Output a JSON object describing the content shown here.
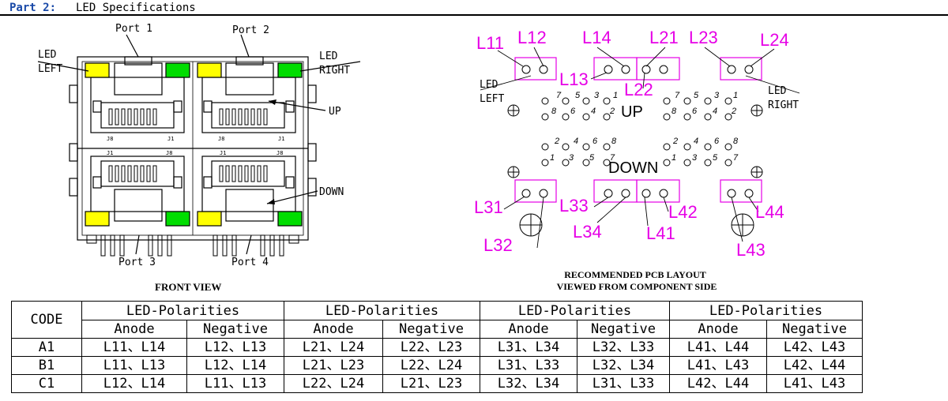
{
  "header": {
    "part": "Part 2:",
    "title": "LED Specifications"
  },
  "front_view": {
    "port1": "Port 1",
    "port2": "Port 2",
    "port3": "Port 3",
    "port4": "Port 4",
    "led_left_1": "LED",
    "led_left_2": "LEFT",
    "led_right_1": "LED",
    "led_right_2": "RIGHT",
    "up": "UP",
    "down": "DOWN",
    "j8": "J8",
    "j1": "J1",
    "caption": "FRONT VIEW",
    "led_colors": {
      "yellow": "#ffff00",
      "green": "#00dd00"
    }
  },
  "pcb": {
    "labels": [
      "L11",
      "L12",
      "L13",
      "L14",
      "L21",
      "L22",
      "L23",
      "L24",
      "L31",
      "L32",
      "L33",
      "L34",
      "L41",
      "L42",
      "L43",
      "L44"
    ],
    "label_color": "#e600e6",
    "up": "UP",
    "down": "DOWN",
    "led_left_1": "LED",
    "led_left_2": "LEFT",
    "led_right_1": "LED",
    "led_right_2": "RIGHT",
    "pin_numbers_top": [
      "7",
      "5",
      "3",
      "1",
      "8",
      "6",
      "4",
      "2"
    ],
    "pin_numbers_bottom": [
      "2",
      "4",
      "6",
      "8",
      "1",
      "3",
      "5",
      "7"
    ],
    "caption_1": "RECOMMENDED PCB LAYOUT",
    "caption_2": "VIEWED FROM COMPONENT SIDE"
  },
  "table": {
    "code_header": "CODE",
    "group_header": "LED-Polarities",
    "anode": "Anode",
    "negative": "Negative",
    "rows": [
      {
        "code": "A1",
        "cells": [
          "L11、L14",
          "L12、L13",
          "L21、L24",
          "L22、L23",
          "L31、L34",
          "L32、L33",
          "L41、L44",
          "L42、L43"
        ]
      },
      {
        "code": "B1",
        "cells": [
          "L11、L13",
          "L12、L14",
          "L21、L23",
          "L22、L24",
          "L31、L33",
          "L32、L34",
          "L41、L43",
          "L42、L44"
        ]
      },
      {
        "code": "C1",
        "cells": [
          "L12、L14",
          "L11、L13",
          "L22、L24",
          "L21、L23",
          "L32、L34",
          "L31、L33",
          "L42、L44",
          "L41、L43"
        ]
      }
    ]
  }
}
